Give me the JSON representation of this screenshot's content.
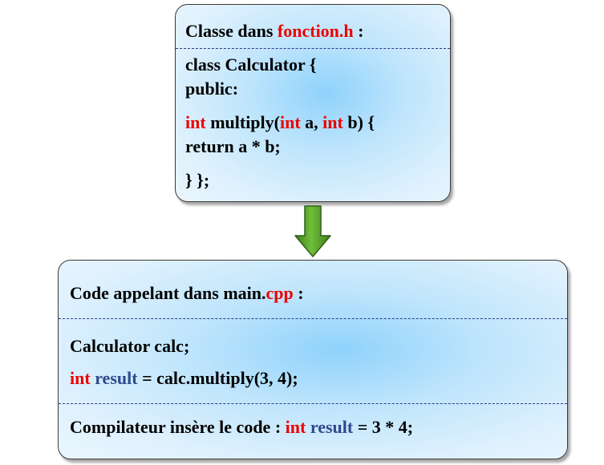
{
  "header_box": {
    "title_prefix": "Classe dans ",
    "title_file": "fonction.h",
    "title_suffix": " :",
    "code_line1": "class Calculator {",
    "code_line2": "public:",
    "code_line3": {
      "kw1": "int",
      "text1": " multiply(",
      "kw2": "int",
      "text2": " a, ",
      "kw3": "int",
      "text3": " b) {"
    },
    "code_line4": "return a * b;",
    "code_line5": "} };"
  },
  "arrow": {
    "icon": "down-arrow-icon",
    "color": "#5a9e2f"
  },
  "main_box": {
    "title_prefix": "Code appelant dans main.",
    "title_ext": "cpp",
    "title_suffix": " :",
    "call_line1": "Calculator calc;",
    "call_line2": {
      "kw": "int",
      "var": " result",
      "text": " = calc.multiply(3, 4);"
    },
    "result_line": {
      "prefix": "Compilateur insère le code : ",
      "kw": "int",
      "var": " result",
      "text": " = 3 * 4;"
    }
  },
  "colors": {
    "keyword": "#ee0000",
    "variable": "#2e4a8c",
    "box_fill": "#bfe5fc",
    "divider": "#2f3a8a"
  }
}
